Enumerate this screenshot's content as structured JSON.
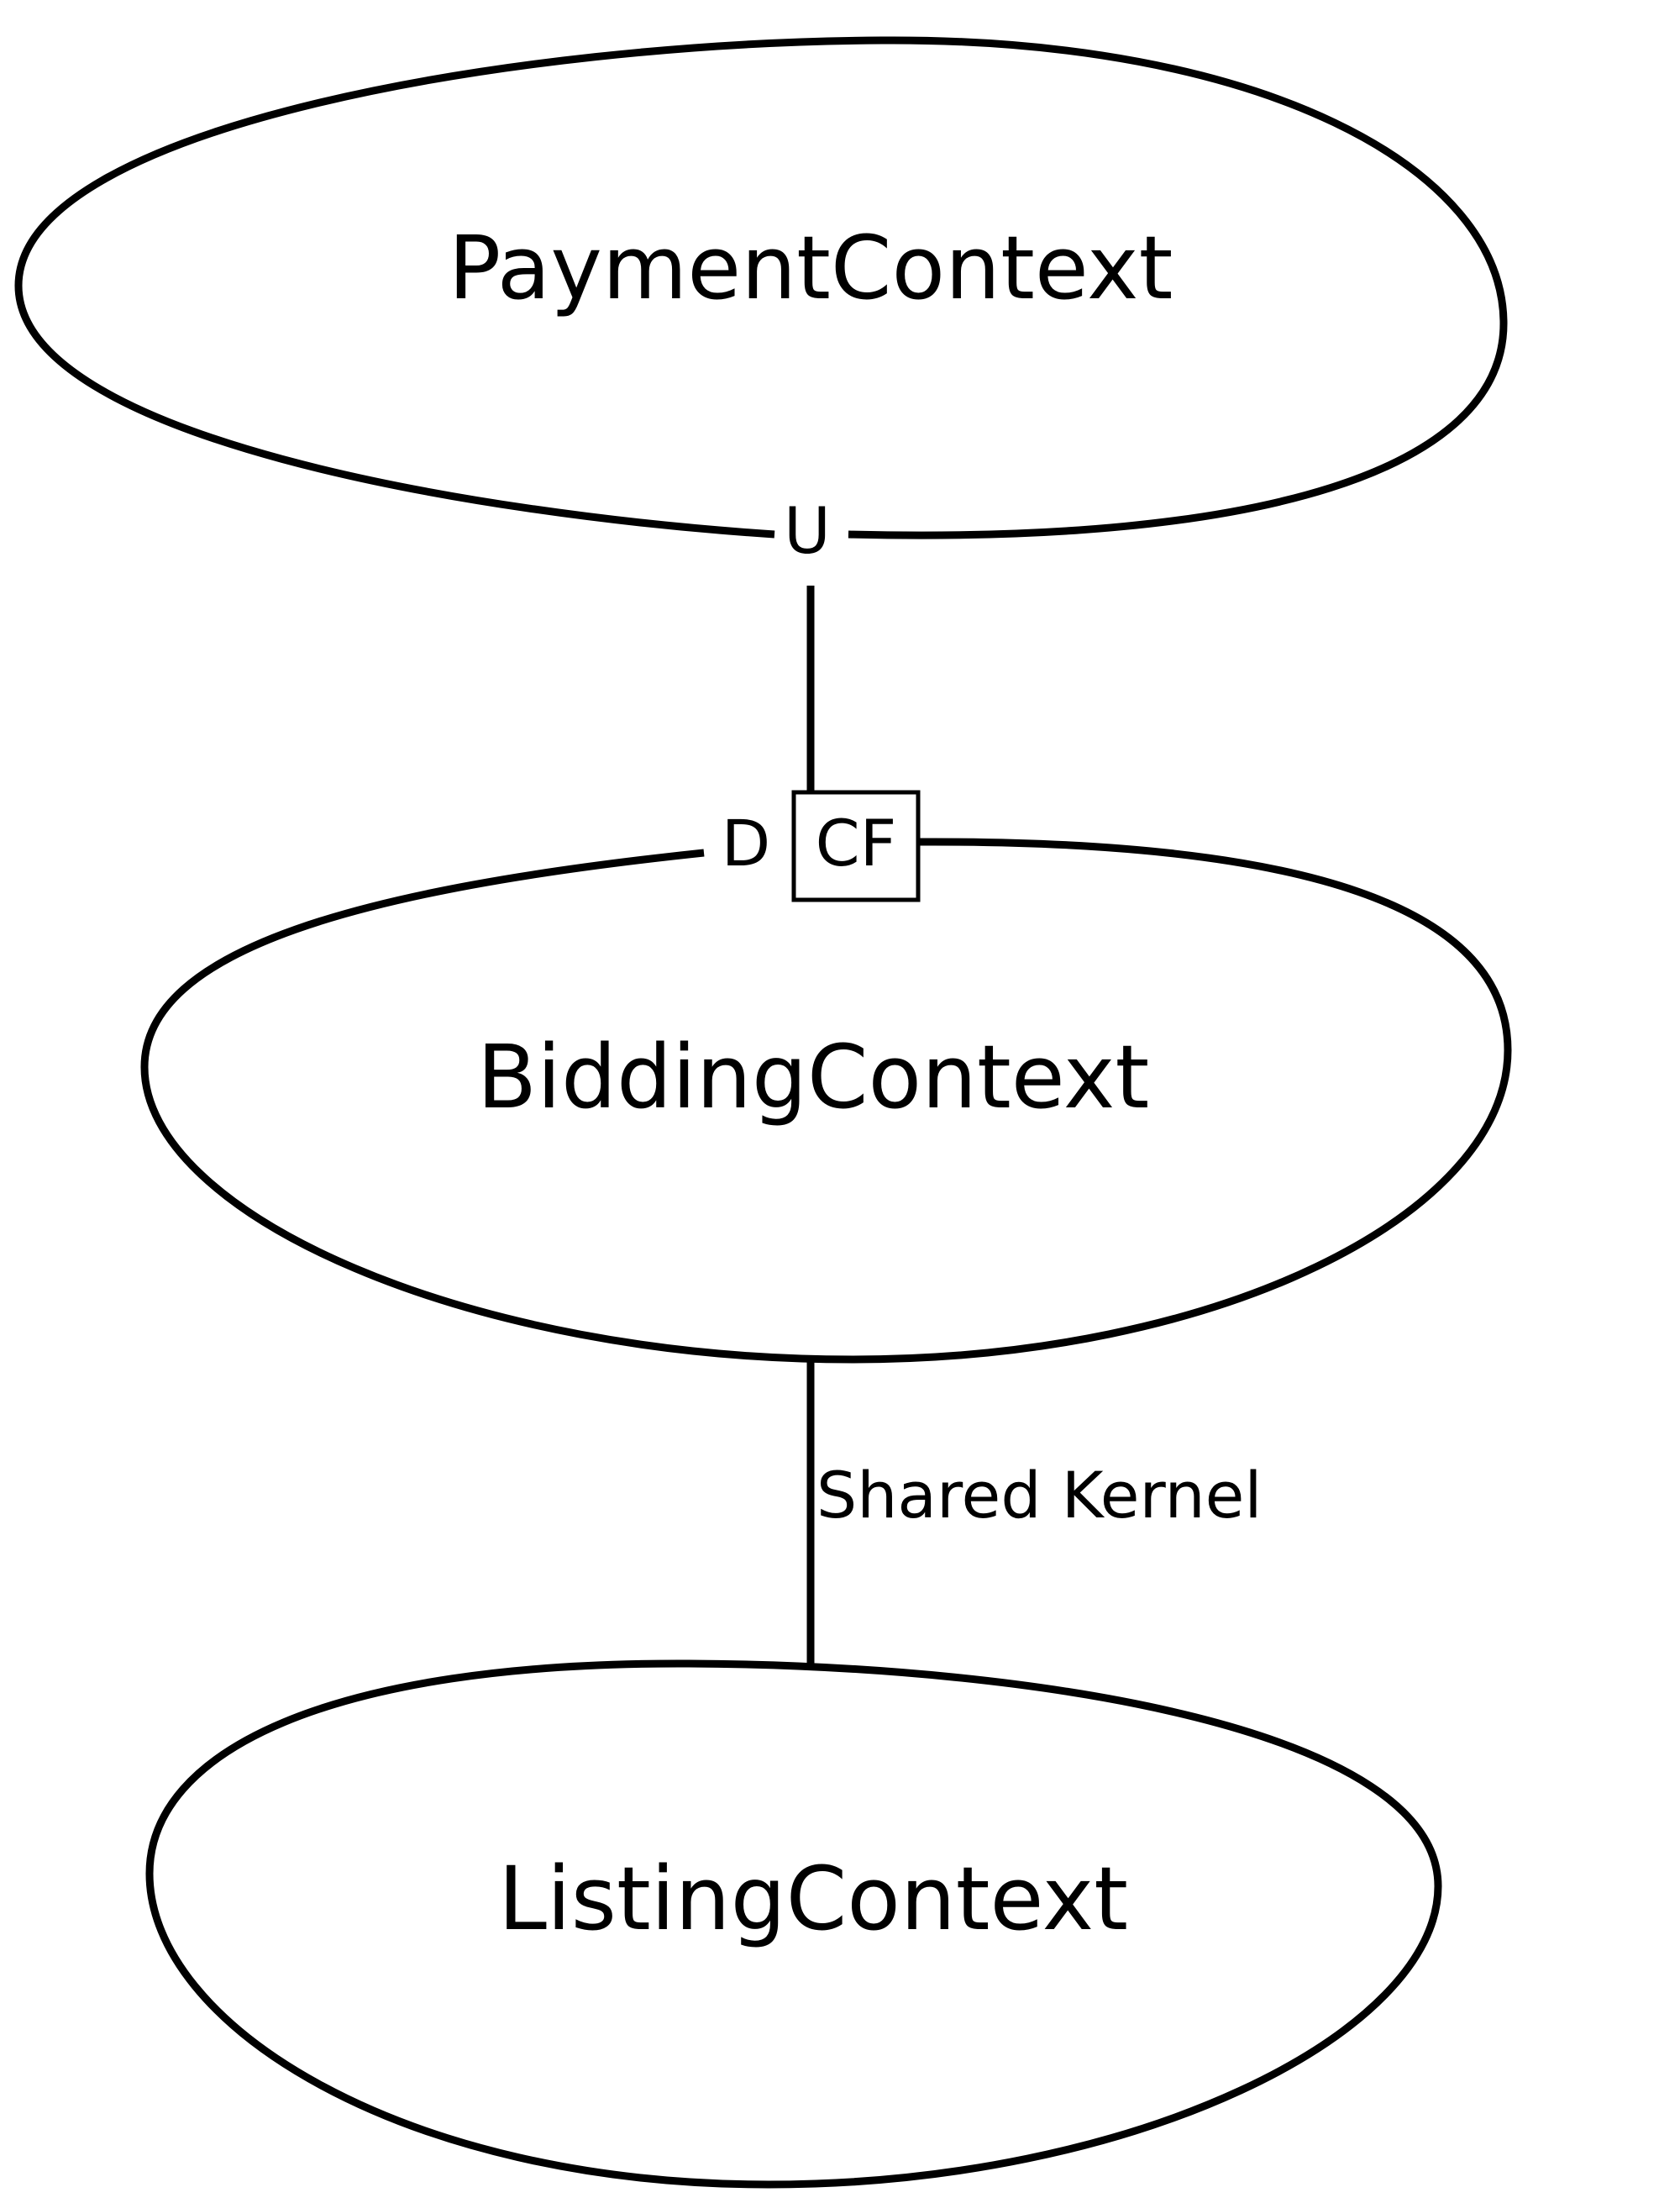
{
  "nodes": {
    "payment": {
      "label": "PaymentContext"
    },
    "bidding": {
      "label": "BiddingContext"
    },
    "listing": {
      "label": "ListingContext"
    }
  },
  "relationships": [
    {
      "upstream": "PaymentContext",
      "downstream": "BiddingContext",
      "upstream_marker": "U",
      "downstream_marker": "D",
      "pattern_marker": "CF"
    },
    {
      "between": [
        "BiddingContext",
        "ListingContext"
      ],
      "label": "Shared Kernel"
    }
  ]
}
